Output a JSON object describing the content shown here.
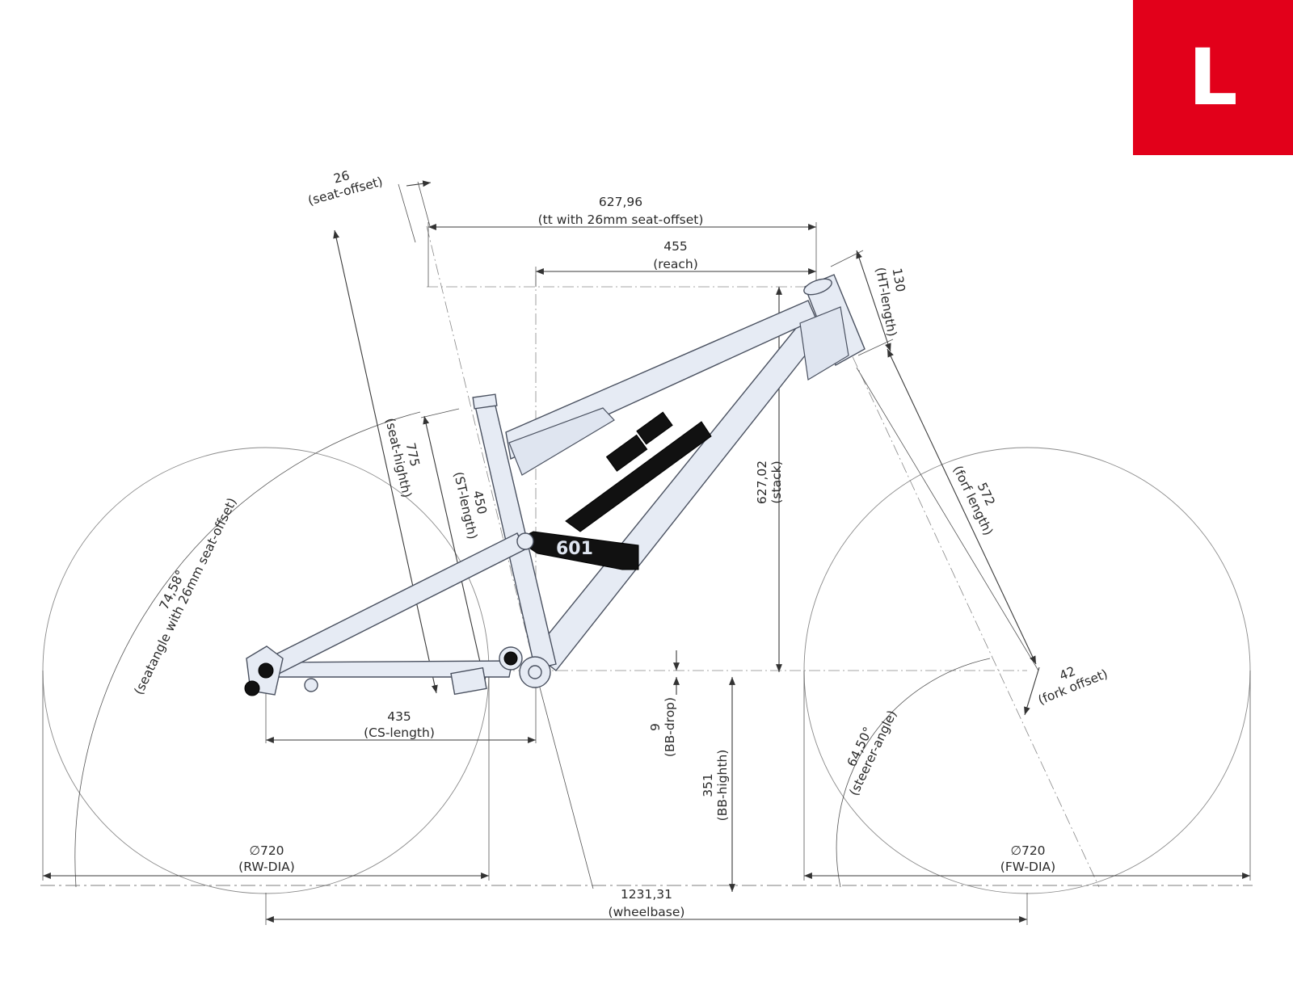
{
  "badge": {
    "size_label": "L",
    "color": "#e2001a"
  },
  "dimensions": {
    "seat_offset": {
      "value": "26",
      "label": "(seat-offset)"
    },
    "top_tube": {
      "value": "627,96",
      "label": "(tt with 26mm seat-offset)"
    },
    "reach": {
      "value": "455",
      "label": "(reach)"
    },
    "ht_length": {
      "value": "130",
      "label": "(HT-length)"
    },
    "seat_height": {
      "value": "775",
      "label": "(seat-highth)"
    },
    "st_length": {
      "value": "450",
      "label": "(ST-length)"
    },
    "stack": {
      "value": "627,02",
      "label": "(stack)"
    },
    "fork_length": {
      "value": "572",
      "label": "(forf length)"
    },
    "seat_angle": {
      "value": "74,58°",
      "label": "(seatangle with 26mm seat-offset)"
    },
    "fork_offset": {
      "value": "42",
      "label": "(fork offset)"
    },
    "steerer_angle": {
      "value": "64,50°",
      "label": "(steerer-angle)"
    },
    "cs_length": {
      "value": "435",
      "label": "(CS-length)"
    },
    "bb_drop": {
      "value": "9",
      "label": "(BB-drop)"
    },
    "bb_height": {
      "value": "351",
      "label": "(BB-highth)"
    },
    "rw_dia": {
      "value": "∅720",
      "label": "(RW-DIA)"
    },
    "fw_dia": {
      "value": "∅720",
      "label": "(FW-DIA)"
    },
    "wheelbase": {
      "value": "1231,31",
      "label": "(wheelbase)"
    }
  },
  "frame": {
    "model_badge": "601"
  },
  "colors": {
    "frame": "#e6ebf4",
    "shock": "#111111",
    "lines": "#3a3a3a"
  }
}
